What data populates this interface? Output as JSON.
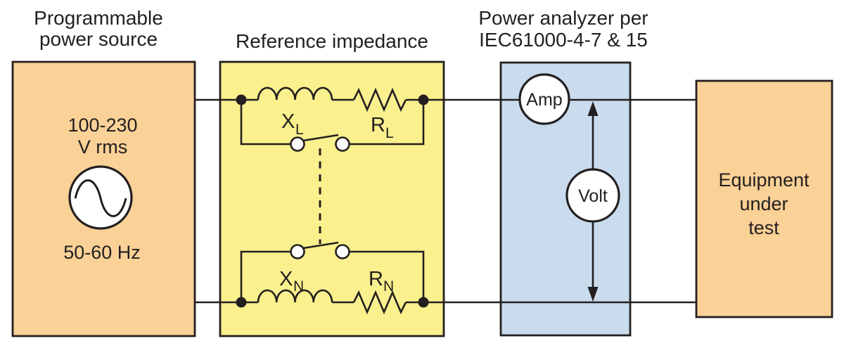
{
  "titles": {
    "power_source_line1": "Programmable",
    "power_source_line2": "power source",
    "reference_impedance": "Reference impedance",
    "power_analyzer_line1": "Power analyzer per",
    "power_analyzer_line2": "IEC61000-4-7 & 15"
  },
  "power_source": {
    "voltage_line1": "100-230",
    "voltage_line2": "V rms",
    "frequency": "50-60 Hz"
  },
  "impedance": {
    "xl_main": "X",
    "xl_sub": "L",
    "rl_main": "R",
    "rl_sub": "L",
    "xn_main": "X",
    "xn_sub": "N",
    "rn_main": "R",
    "rn_sub": "N"
  },
  "analyzer": {
    "ammeter_label": "Amp",
    "voltmeter_label": "Volt"
  },
  "equipment": {
    "line1": "Equipment",
    "line2": "under",
    "line3": "test"
  },
  "colors": {
    "box_orange": "#fad196",
    "box_yellow": "#faf08d",
    "box_blue": "#c9dbed",
    "line": "#231f20",
    "white": "#ffffff"
  }
}
